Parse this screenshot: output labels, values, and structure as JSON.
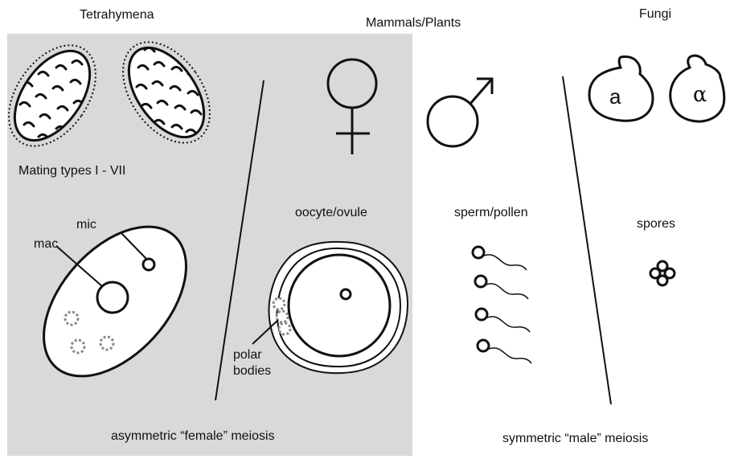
{
  "headers": {
    "tetrahymena": "Tetrahymena",
    "mammals_plants": "Mammals/Plants",
    "fungi": "Fungi"
  },
  "labels": {
    "mating_types": "Mating types I - VII",
    "mic": "mic",
    "mac": "mac",
    "oocyte": "oocyte/ovule",
    "sperm": "sperm/pollen",
    "spores": "spores",
    "polar_bodies_line1": "polar",
    "polar_bodies_line2": "bodies",
    "fungi_a": "a",
    "fungi_alpha": "α"
  },
  "captions": {
    "asymmetric": "asymmetric “female” meiosis",
    "symmetric": "symmetric “male” meiosis"
  },
  "colors": {
    "panel": "#d9d9d9",
    "stroke": "#111111",
    "dashed_nucleus": "#888888"
  },
  "symbols": [
    "female-symbol",
    "male-symbol"
  ]
}
